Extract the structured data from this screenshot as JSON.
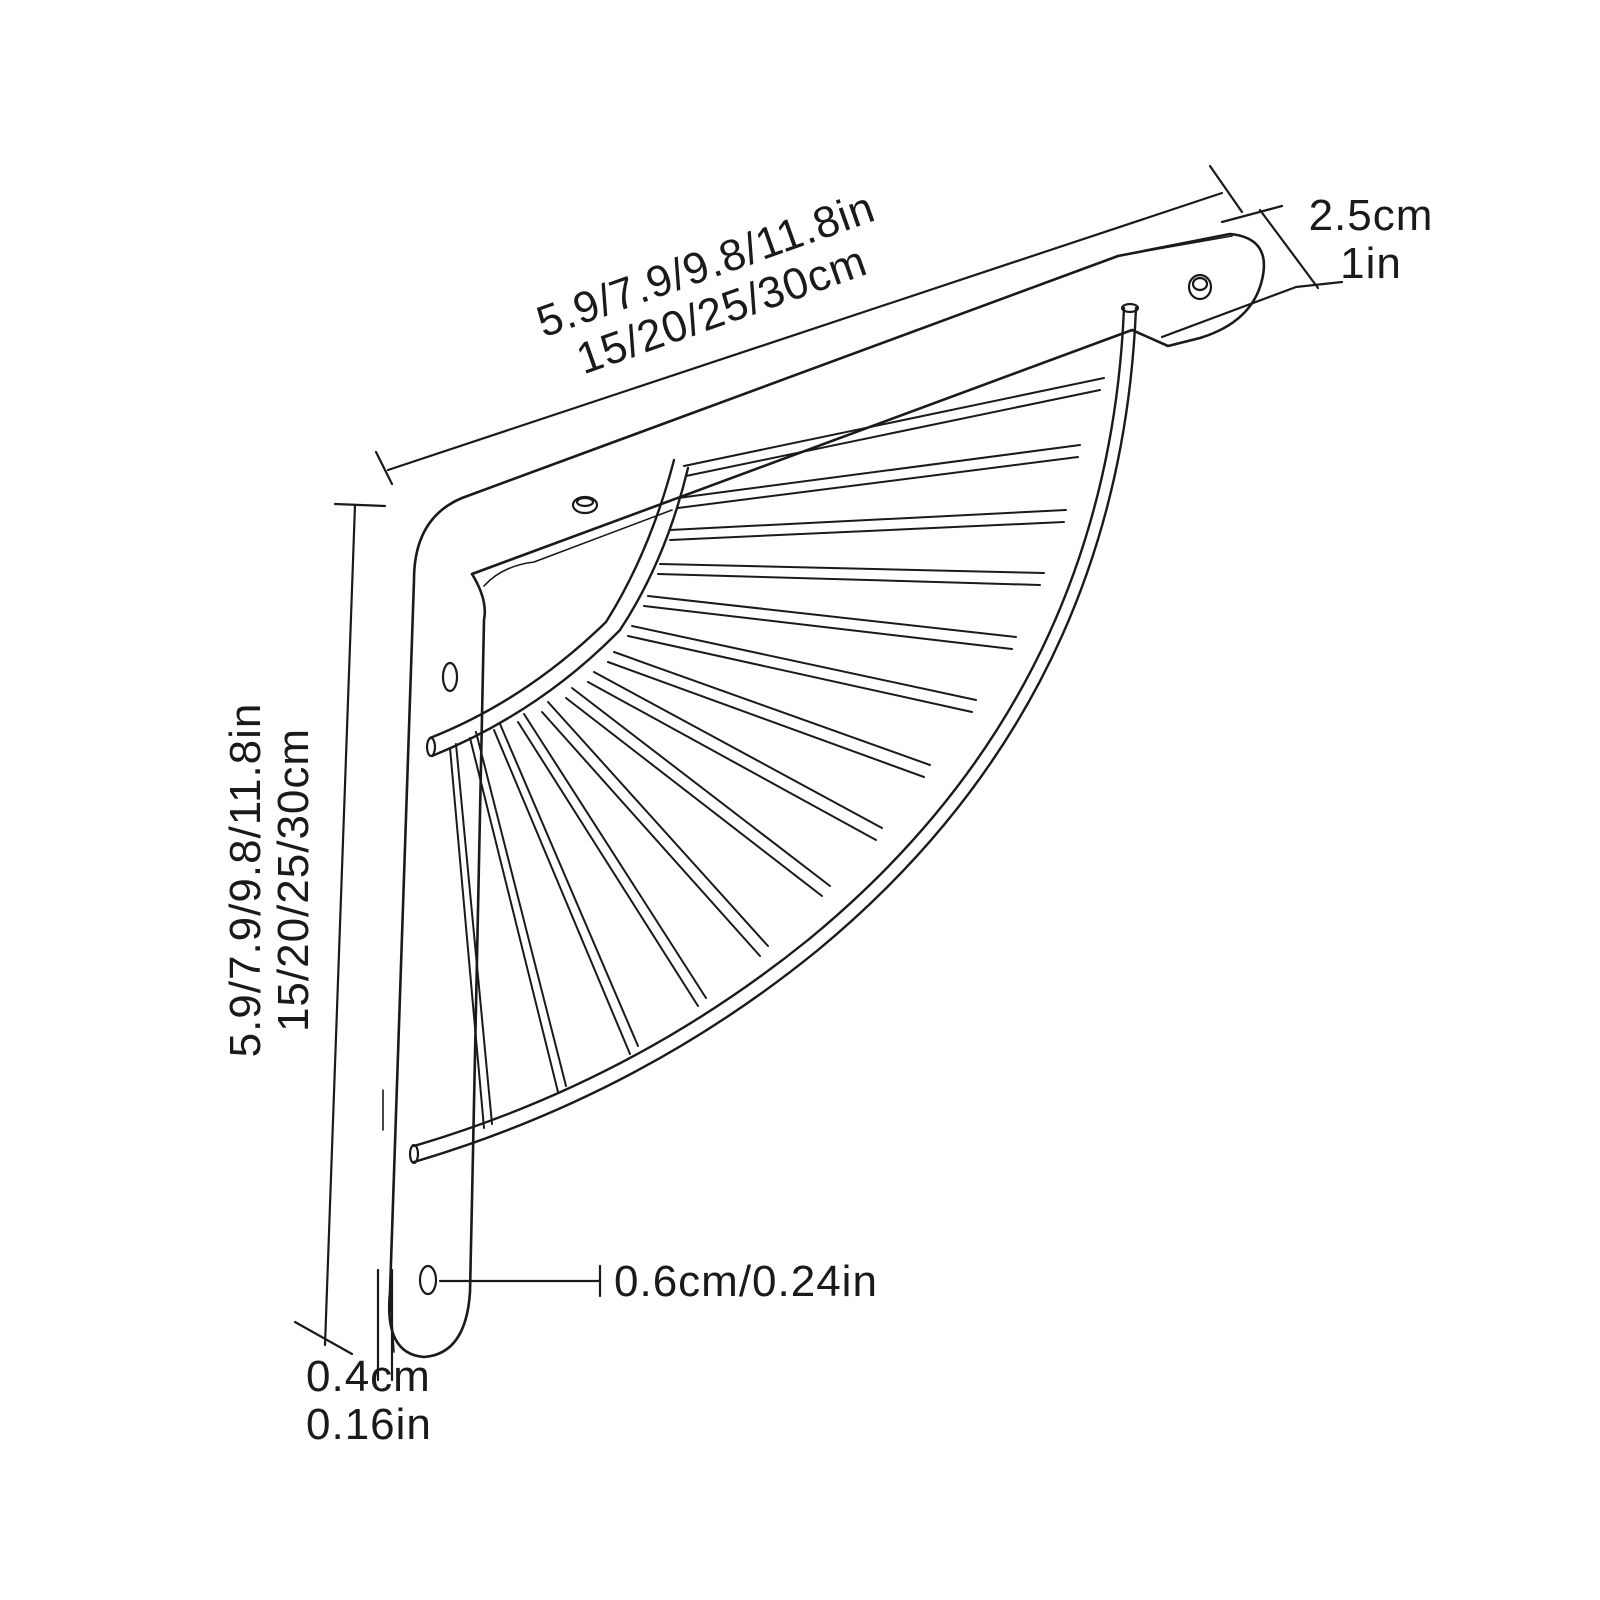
{
  "dimensions": {
    "top_length": {
      "in": "5.9/7.9/9.8/11.8in",
      "cm": "15/20/25/30cm"
    },
    "side_length": {
      "in": "5.9/7.9/9.8/11.8in",
      "cm": "15/20/25/30cm"
    },
    "width": {
      "cm": "2.5cm",
      "in": "1in"
    },
    "hole_diameter": "0.6cm/0.24in",
    "thickness": {
      "cm": "0.4cm",
      "in": "0.16in"
    }
  },
  "colors": {
    "line": "#1a1a1a",
    "background": "#ffffff"
  },
  "icons": [
    "screw-icon"
  ]
}
